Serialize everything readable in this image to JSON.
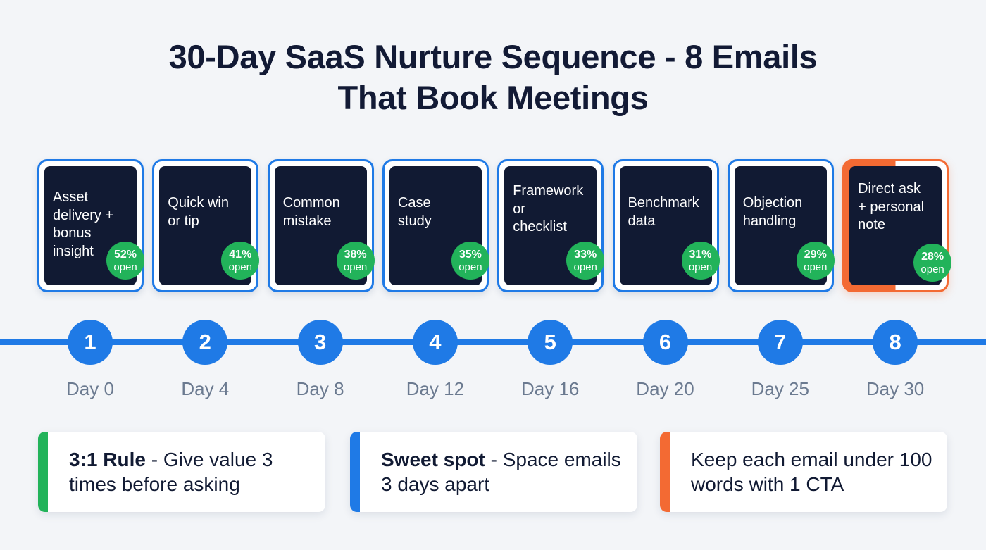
{
  "header": {
    "title_line1": "30-Day SaaS Nurture Sequence - 8 Emails",
    "title_line2": "That Book Meetings"
  },
  "colors": {
    "primary_blue": "#1f7ae6",
    "card_dark": "#111a33",
    "badge_green": "#22b35a",
    "final_orange": "#f36a33",
    "day_label_gray": "#6b7a90",
    "background": "#f3f5f8"
  },
  "emails": [
    {
      "step": "1",
      "day": "Day 0",
      "lines": [
        "Asset",
        "delivery +",
        "bonus",
        "insight"
      ],
      "open_rate": "52%",
      "open_word": "open",
      "final": false
    },
    {
      "step": "2",
      "day": "Day 4",
      "lines": [
        "Quick win",
        "or tip"
      ],
      "open_rate": "41%",
      "open_word": "open",
      "final": false
    },
    {
      "step": "3",
      "day": "Day 8",
      "lines": [
        "Common",
        "mistake"
      ],
      "open_rate": "38%",
      "open_word": "open",
      "final": false
    },
    {
      "step": "4",
      "day": "Day 12",
      "lines": [
        "Case",
        "study"
      ],
      "open_rate": "35%",
      "open_word": "open",
      "final": false
    },
    {
      "step": "5",
      "day": "Day 16",
      "lines": [
        "Framework",
        "or",
        "checklist"
      ],
      "open_rate": "33%",
      "open_word": "open",
      "final": false
    },
    {
      "step": "6",
      "day": "Day 20",
      "lines": [
        "Benchmark",
        "data"
      ],
      "open_rate": "31%",
      "open_word": "open",
      "final": false
    },
    {
      "step": "7",
      "day": "Day 25",
      "lines": [
        "Objection",
        "handling"
      ],
      "open_rate": "29%",
      "open_word": "open",
      "final": false
    },
    {
      "step": "8",
      "day": "Day 30",
      "lines": [
        "Direct ask",
        "+ personal",
        "note"
      ],
      "open_rate": "28%",
      "open_word": "open",
      "final": true
    }
  ],
  "tips": [
    {
      "bold": "3:1 Rule",
      "rest": " - Give value 3 times before asking",
      "accent": "#22b35a"
    },
    {
      "bold": "Sweet spot",
      "rest": " - Space emails 3 days apart",
      "accent": "#1f7ae6"
    },
    {
      "bold": "",
      "rest": "Keep each email under 100 words with 1 CTA",
      "accent": "#f36a33"
    }
  ],
  "chart_data": {
    "type": "bar",
    "title": "30-Day SaaS Nurture Sequence - 8 Emails That Book Meetings",
    "categories": [
      "Day 0",
      "Day 4",
      "Day 8",
      "Day 12",
      "Day 16",
      "Day 20",
      "Day 25",
      "Day 30"
    ],
    "series": [
      {
        "name": "Open rate (%)",
        "values": [
          52,
          41,
          38,
          35,
          33,
          31,
          29,
          28
        ]
      }
    ],
    "labels": [
      "Asset delivery + bonus insight",
      "Quick win or tip",
      "Common mistake",
      "Case study",
      "Framework or checklist",
      "Benchmark data",
      "Objection handling",
      "Direct ask + personal note"
    ],
    "xlabel": "",
    "ylabel": "open"
  }
}
